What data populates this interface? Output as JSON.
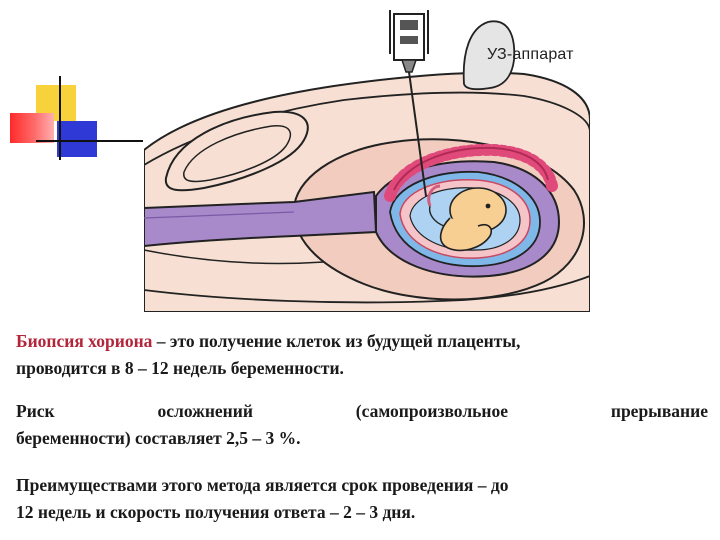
{
  "illustration": {
    "device_label": "УЗ-аппарат"
  },
  "paragraph1": {
    "term": "Биопсия хориона",
    "rest_line1": " – это получение клеток из будущей плаценты,",
    "line2": "проводится в 8 – 12 недель беременности."
  },
  "paragraph2": {
    "line1_words": [
      "Риск",
      "осложнений",
      "(самопроизвольное",
      "прерывание"
    ],
    "line2": "беременности) составляет 2,5 – 3 %."
  },
  "paragraph3": {
    "line1": "Преимуществами этого метода является срок проведения – до",
    "line2": "12 недель и скорость получения ответа – 2 – 3 дня."
  },
  "colors": {
    "term": "#b3253a",
    "uterus_wall": "#a889c9",
    "amniotic_fluid": "#7fb7e8",
    "chorion_villi": "#e04a7a",
    "fetus": "#f8cf93",
    "background_tissue": "#f7e0d3"
  }
}
